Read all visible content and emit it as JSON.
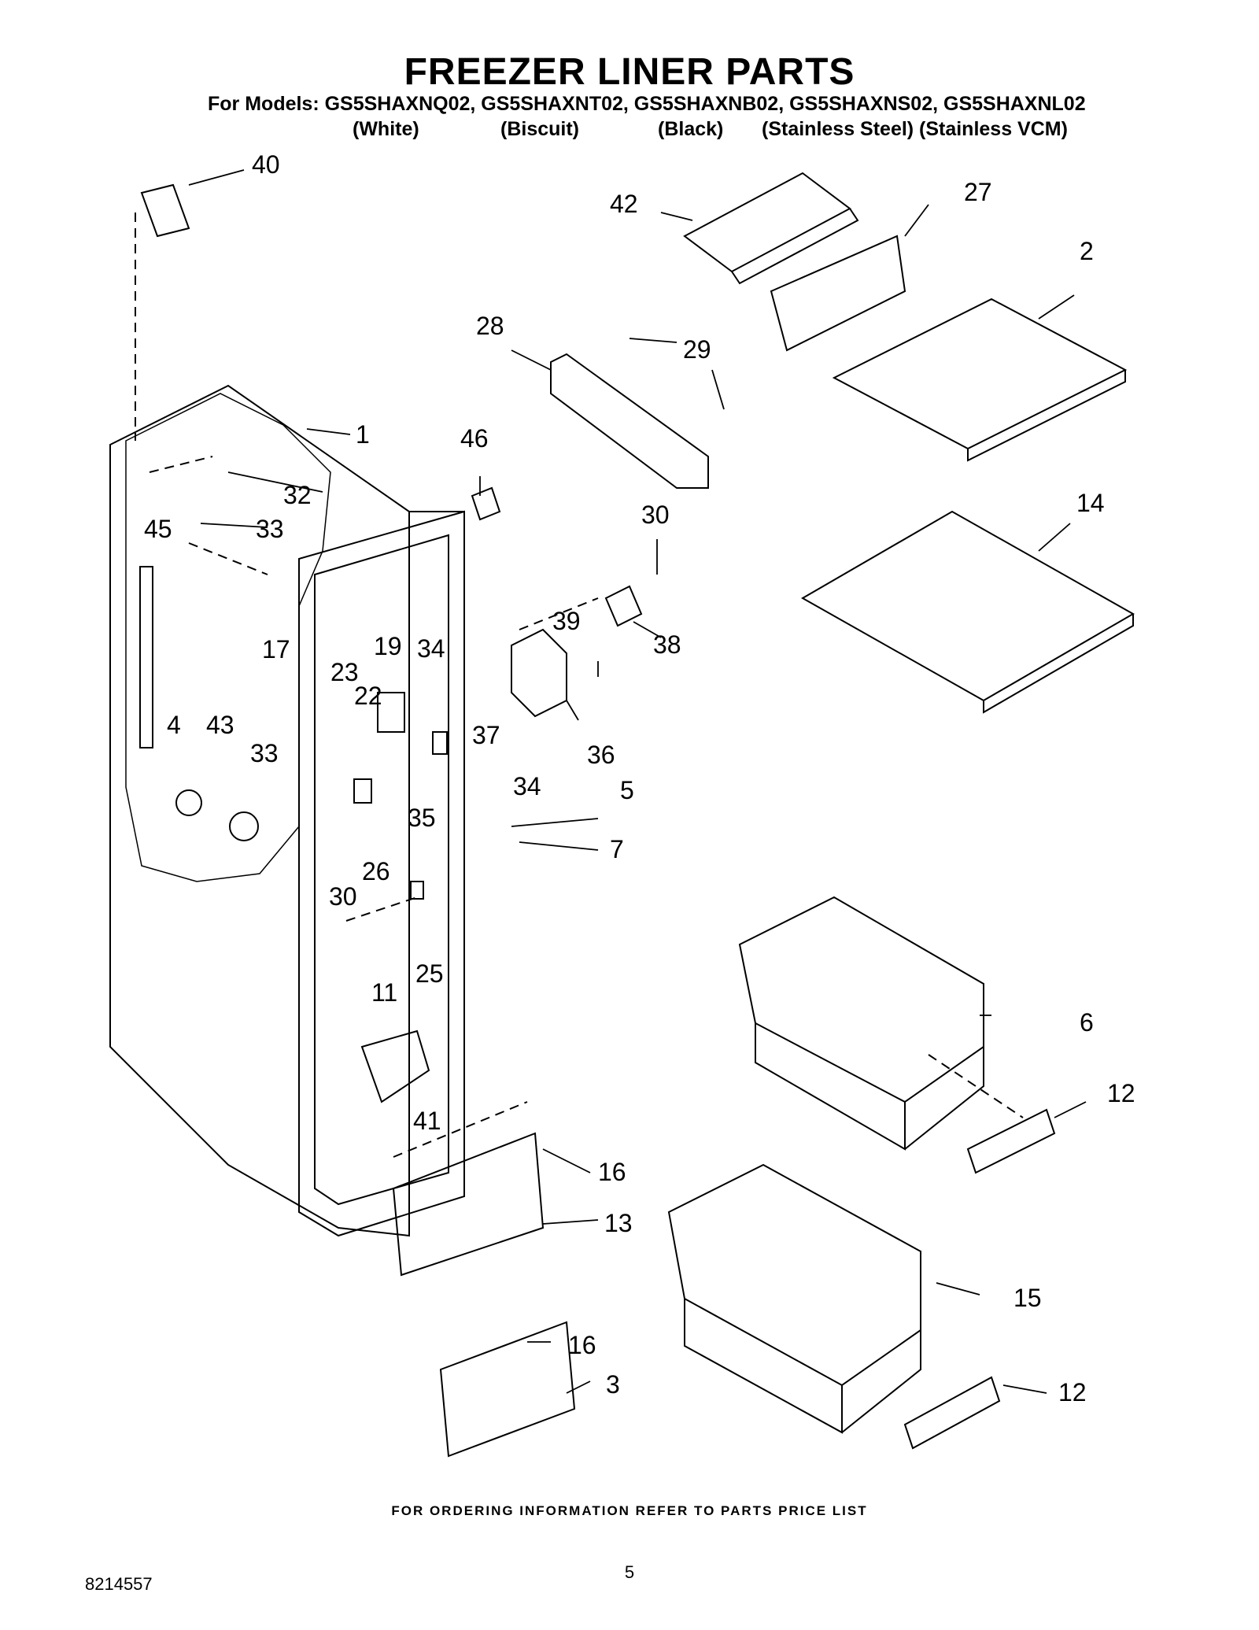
{
  "title": "FREEZER LINER PARTS",
  "models_line": "For Models: GS5SHAXNQ02, GS5SHAXNT02, GS5SHAXNB02, GS5SHAXNS02, GS5SHAXNL02",
  "colors": [
    "(White)",
    "(Biscuit)",
    "(Black)",
    "(Stainless Steel)",
    "(Stainless VCM)"
  ],
  "callouts": {
    "c1": "1",
    "c2": "2",
    "c3": "3",
    "c4": "4",
    "c5": "5",
    "c6": "6",
    "c7": "7",
    "c11": "11",
    "c12a": "12",
    "c12b": "12",
    "c13": "13",
    "c14": "14",
    "c15": "15",
    "c16a": "16",
    "c16b": "16",
    "c17": "17",
    "c19": "19",
    "c22": "22",
    "c23": "23",
    "c25": "25",
    "c26": "26",
    "c27": "27",
    "c28": "28",
    "c29": "29",
    "c30a": "30",
    "c30b": "30",
    "c32": "32",
    "c33a": "33",
    "c33b": "33",
    "c34a": "34",
    "c34b": "34",
    "c35": "35",
    "c36": "36",
    "c37": "37",
    "c38": "38",
    "c39": "39",
    "c40": "40",
    "c41": "41",
    "c42": "42",
    "c43": "43",
    "c45": "45",
    "c46": "46"
  },
  "footer": "FOR ORDERING INFORMATION REFER TO PARTS PRICE LIST",
  "page_number": "5",
  "document_number": "8214557"
}
